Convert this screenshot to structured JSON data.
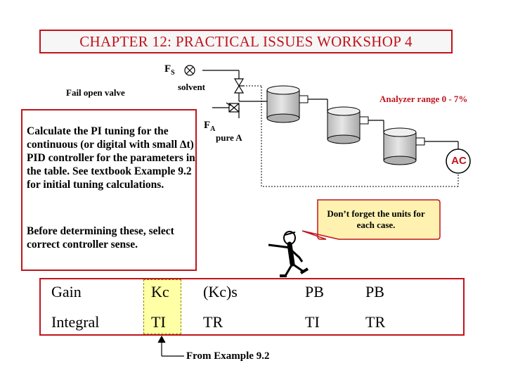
{
  "title": "CHAPTER 12:  PRACTICAL ISSUES WORKSHOP 4",
  "labels": {
    "fs_main": "F",
    "fs_sub": "S",
    "solvent": "solvent",
    "fail_open_valve": "Fail open valve",
    "analyzer_range": "Analyzer range 0 - 7%",
    "fa_main": "F",
    "fa_sub": "A",
    "pure_a": "pure A",
    "ac": "AC"
  },
  "task": {
    "paragraph_1": "Calculate the PI tuning for the continuous (or digital with small ∆t) PID controller for the parameters in the table.  See textbook Example 9.2 for initial tuning calculations.",
    "paragraph_2": "Before determining these, select correct controller sense."
  },
  "callout": "Don’t forget the units for each case.",
  "table": {
    "rows": [
      [
        "Gain",
        "Kc",
        "(Kc)s",
        "PB",
        "PB"
      ],
      [
        "Integral",
        "TI",
        "TR",
        "TI",
        "TR"
      ]
    ]
  },
  "note": "From Example 9.2",
  "colors": {
    "accent_red": "#c0141c",
    "highlight_yellow": "#ffffa6",
    "tank_fill": "#d0d0d0"
  }
}
